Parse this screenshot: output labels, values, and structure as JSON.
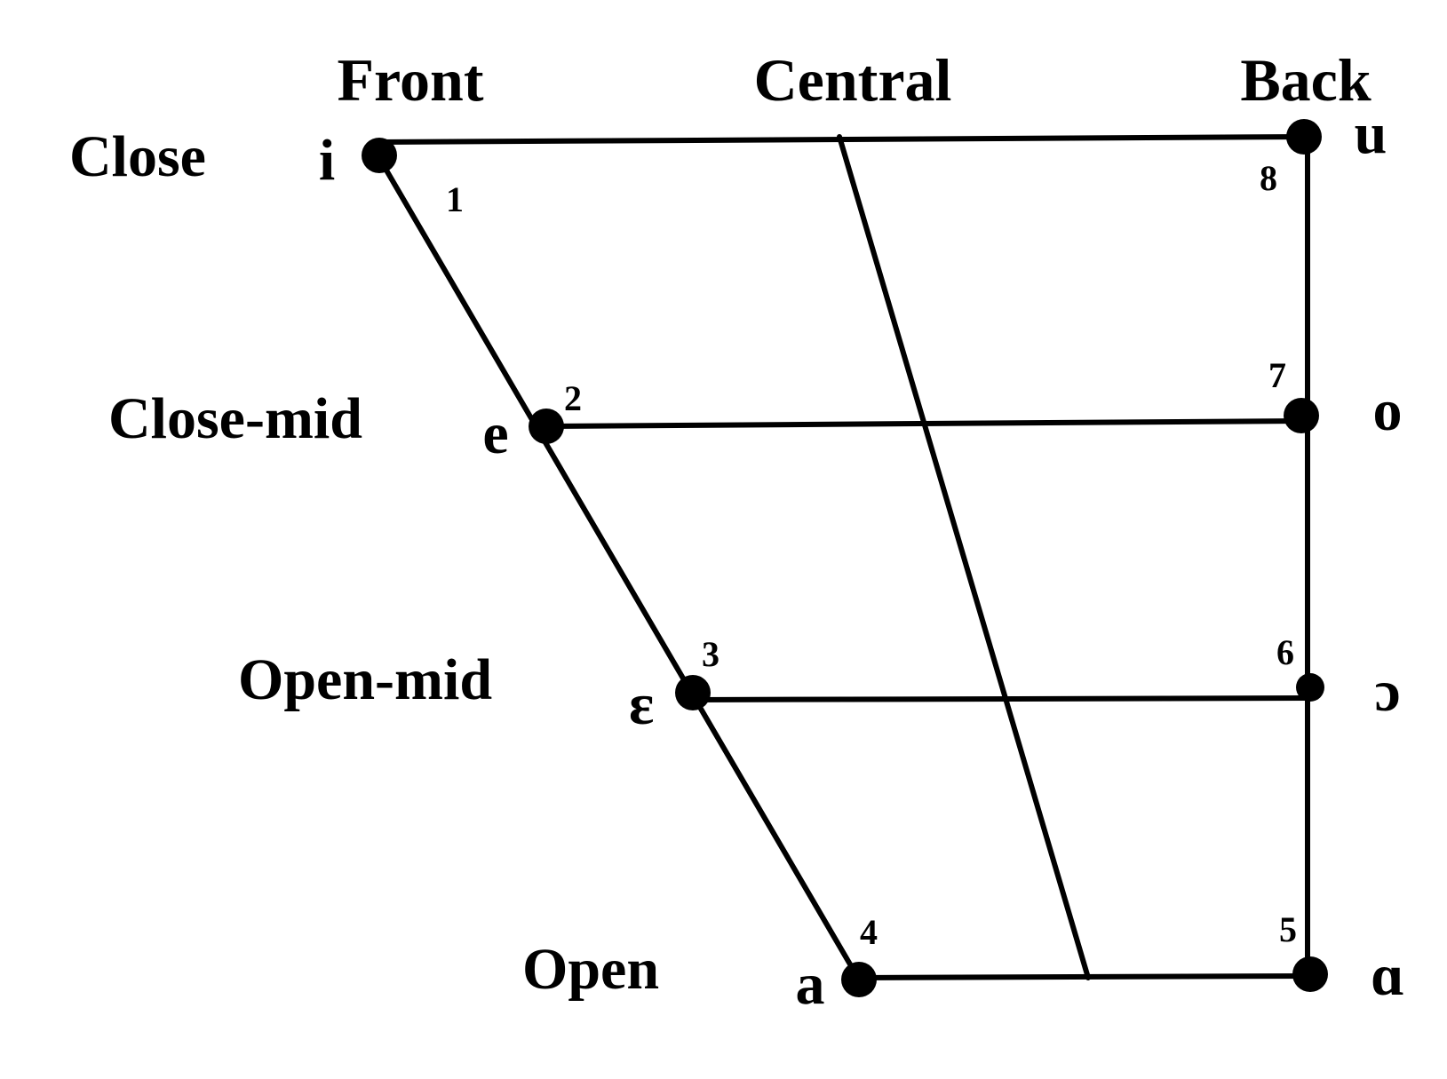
{
  "columns": [
    {
      "id": "front",
      "label": "Front"
    },
    {
      "id": "central",
      "label": "Central"
    },
    {
      "id": "back",
      "label": "Back"
    }
  ],
  "rows": [
    {
      "id": "close",
      "label": "Close"
    },
    {
      "id": "close-mid",
      "label": "Close-mid"
    },
    {
      "id": "open-mid",
      "label": "Open-mid"
    },
    {
      "id": "open",
      "label": "Open"
    }
  ],
  "vowels": [
    {
      "number": "1",
      "symbol": "i",
      "row": "close",
      "column": "front"
    },
    {
      "number": "2",
      "symbol": "e",
      "row": "close-mid",
      "column": "front"
    },
    {
      "number": "3",
      "symbol": "ɛ",
      "row": "open-mid",
      "column": "front"
    },
    {
      "number": "4",
      "symbol": "a",
      "row": "open",
      "column": "front"
    },
    {
      "number": "5",
      "symbol": "ɑ",
      "row": "open",
      "column": "back"
    },
    {
      "number": "6",
      "symbol": "ɔ",
      "row": "open-mid",
      "column": "back"
    },
    {
      "number": "7",
      "symbol": "o",
      "row": "close-mid",
      "column": "back"
    },
    {
      "number": "8",
      "symbol": "u",
      "row": "close",
      "column": "back"
    }
  ]
}
